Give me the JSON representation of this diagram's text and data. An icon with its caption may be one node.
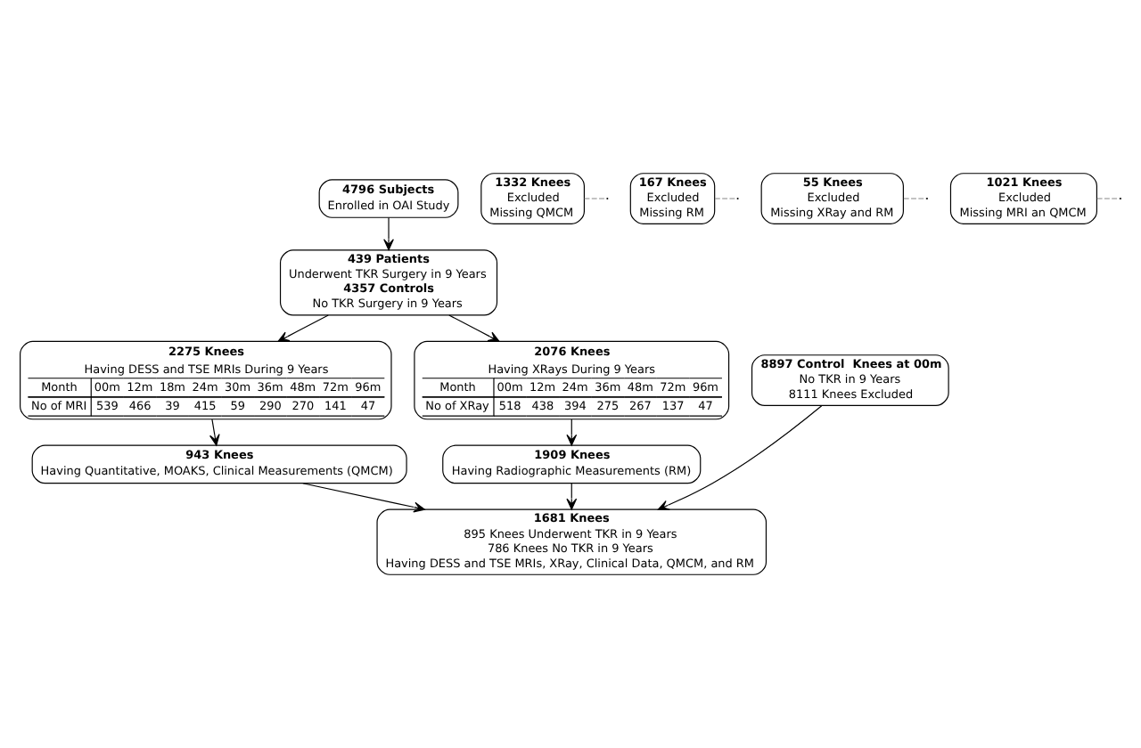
{
  "diagram": {
    "nodes": [
      {
        "text": [
          "4796 Subjects",
          "Enrolled in OAI Study"
        ]
      },
      {
        "text": [
          "439 Patients",
          "Underwent TKR Surgery in 9 Years",
          "4357 Controls",
          "No TKR Surgery in 9 Years"
        ]
      },
      {
        "text": [
          "2275 Knees",
          "Having DESS and TSE MRIs During 9 Years",
          "Month",
          "00m",
          "12m",
          "18m",
          "24m",
          "30m",
          "36m",
          "48m",
          "72m",
          "96m",
          "No of MRI",
          "539",
          "466",
          "39",
          "415",
          "59",
          "290",
          "270",
          "141",
          "47"
        ]
      },
      {
        "text": [
          "8897 Control  Knees at 00m",
          "No TKR in 9 Years",
          "8111 Knees Excluded"
        ]
      },
      {
        "text": [
          "2076 Knees",
          "Having XRays During 9 Years",
          "Month",
          "00m",
          "12m",
          "24m",
          "36m",
          "48m",
          "72m",
          "96m",
          "No of XRay",
          "518",
          "438",
          "394",
          "275",
          "267",
          "137",
          "47"
        ]
      },
      {
        "text": [
          "1332 Knees",
          "Excluded",
          "Missing QMCM"
        ]
      },
      {
        "text": [
          "167 Knees",
          "Excluded",
          "Missing RM"
        ]
      },
      {
        "text": [
          "943 Knees",
          "Having Quantitative, MOAKS, Clinical Measurements (QMCM)"
        ]
      },
      {
        "text": [
          "1909 Knees",
          "Having Radiographic Measurements (RM)"
        ]
      },
      {
        "text": [
          "55 Knees",
          "Excluded",
          "Missing XRay and RM"
        ]
      },
      {
        "text": [
          "1021 Knees",
          "Excluded",
          "Missing MRI an QMCM"
        ]
      },
      {
        "text": [
          "1681 Knees",
          "895 Knees Underwent TKR in 9 Years",
          "786 Knees No TKR in 9 Years",
          "Having DESS and TSE MRIs, XRay, Clinical Data, QMCM, and RM"
        ]
      }
    ],
    "edges": [
      {
        "from": 0,
        "to": 1,
        "arrow": "to"
      },
      {
        "from": 1,
        "to": 2,
        "arrow": "to"
      },
      {
        "from": 1,
        "to": 4,
        "arrow": "to"
      },
      {
        "from": 2,
        "to": 7,
        "arrow": "to"
      },
      {
        "from": 4,
        "to": 8,
        "arrow": "to"
      },
      {
        "from": 5,
        "to": null,
        "arrow": "none",
        "style": "dashed",
        "color": "#888888"
      },
      {
        "from": 6,
        "to": null,
        "arrow": "none",
        "style": "dashed",
        "color": "#888888"
      },
      {
        "from": 9,
        "to": null,
        "arrow": "none",
        "style": "dashed",
        "color": "#888888"
      },
      {
        "from": 10,
        "to": null,
        "arrow": "none",
        "style": "dashed",
        "color": "#888888"
      },
      {
        "from": 7,
        "to": 11,
        "arrow": "to"
      },
      {
        "from": 3,
        "to": 11,
        "arrow": "to"
      },
      {
        "from": 8,
        "to": 11,
        "arrow": "to"
      }
    ]
  }
}
